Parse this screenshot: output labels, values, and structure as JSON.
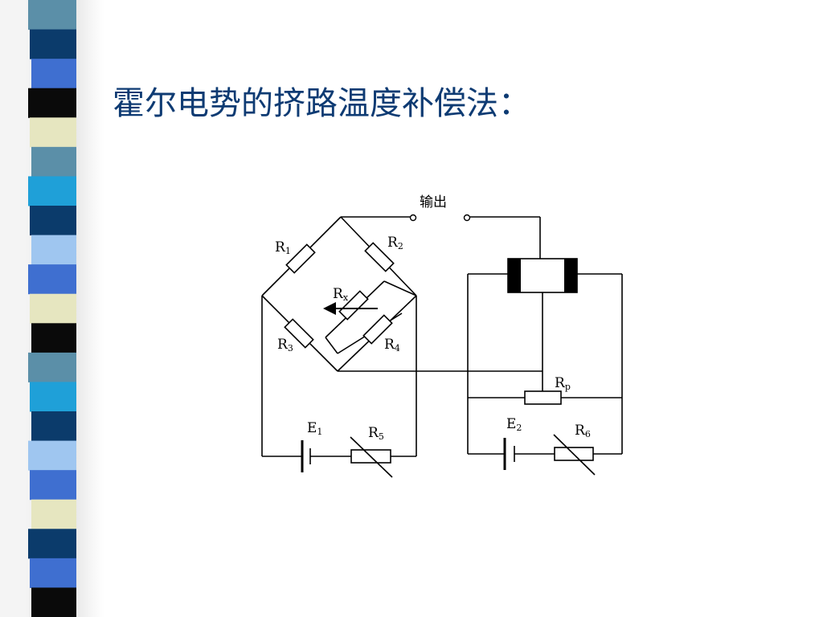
{
  "slide": {
    "title": "霍尔电势的挤路温度补偿法："
  },
  "ribbon": {
    "colors": [
      "#5b8fa8",
      "#0b3b6b",
      "#3f6fd0",
      "#0a0a0a",
      "#e6e6c0",
      "#5b8fa8",
      "#1fa0d8",
      "#0b3b6b",
      "#9fc6f0",
      "#3f6fd0",
      "#e6e6c0",
      "#0a0a0a",
      "#5b8fa8",
      "#1fa0d8",
      "#0b3b6b",
      "#9fc6f0",
      "#3f6fd0",
      "#e6e6c0",
      "#0b3b6b",
      "#3f6fd0",
      "#0a0a0a"
    ]
  },
  "diagram": {
    "output_label": "输出",
    "r1": "R",
    "r1_sub": "1",
    "r2": "R",
    "r2_sub": "2",
    "r3": "R",
    "r3_sub": "3",
    "r4": "R",
    "r4_sub": "4",
    "rx": "R",
    "rx_sub": "x",
    "rp": "R",
    "rp_sub": "p",
    "e1": "E",
    "e1_sub": "1",
    "r5": "R",
    "r5_sub": "5",
    "e2": "E",
    "e2_sub": "2",
    "r6": "R",
    "r6_sub": "6"
  }
}
